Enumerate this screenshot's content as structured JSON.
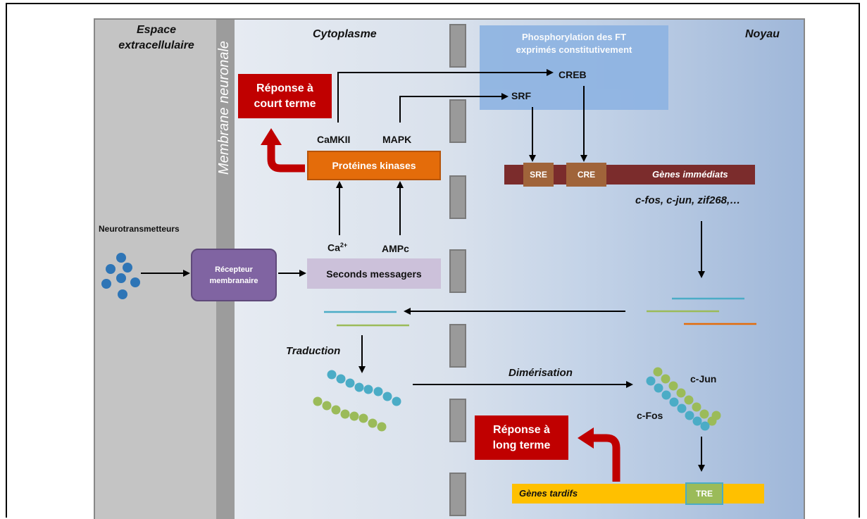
{
  "zones": {
    "extracellular": "Espace extracellulaire",
    "membrane": "Membrane neuronale",
    "cytoplasm": "Cytoplasme",
    "nucleus": "Noyau"
  },
  "labels": {
    "neurotransmitters": "Neurotransmetteurs",
    "receptor": "Récepteur membranaire",
    "second_messengers": "Seconds messagers",
    "ca": "Ca",
    "ca_sup": "2+",
    "ampc": "AMPc",
    "kinases": "Protéines kinases",
    "camkii": "CaMKII",
    "mapk": "MAPK",
    "short_term": "Réponse à court terme",
    "phospho": "Phosphorylation des FT exprimés constitutivement",
    "creb": "CREB",
    "srf": "SRF",
    "sre": "SRE",
    "cre": "CRE",
    "immediate_genes": "Gènes immédiats",
    "immediate_list": "c-fos, c-jun, zif268,…",
    "translation": "Traduction",
    "dimerisation": "Dimérisation",
    "cjun": "c-Jun",
    "cfos": "c-Fos",
    "long_term": "Réponse à long terme",
    "late_genes": "Gènes tardifs",
    "tre": "TRE"
  },
  "colors": {
    "extracellular_bg": "#c4c4c4",
    "membrane_bg": "#9c9c9c",
    "red_box": "#c00000",
    "orange_box": "#e46c0a",
    "purple_receptor": "#8064a2",
    "lavender_box": "#ccc1da",
    "blue_box": "#8db3e2",
    "dna_bar": "#7b2c2c",
    "element_box": "#a0643a",
    "late_bar": "#ffc000",
    "tre_box": "#9bbb59",
    "dot_blue": "#2e75b6",
    "bead_cyan": "#4bacc6",
    "bead_green": "#9bbb59",
    "mrna_orange": "#e46c0a"
  }
}
